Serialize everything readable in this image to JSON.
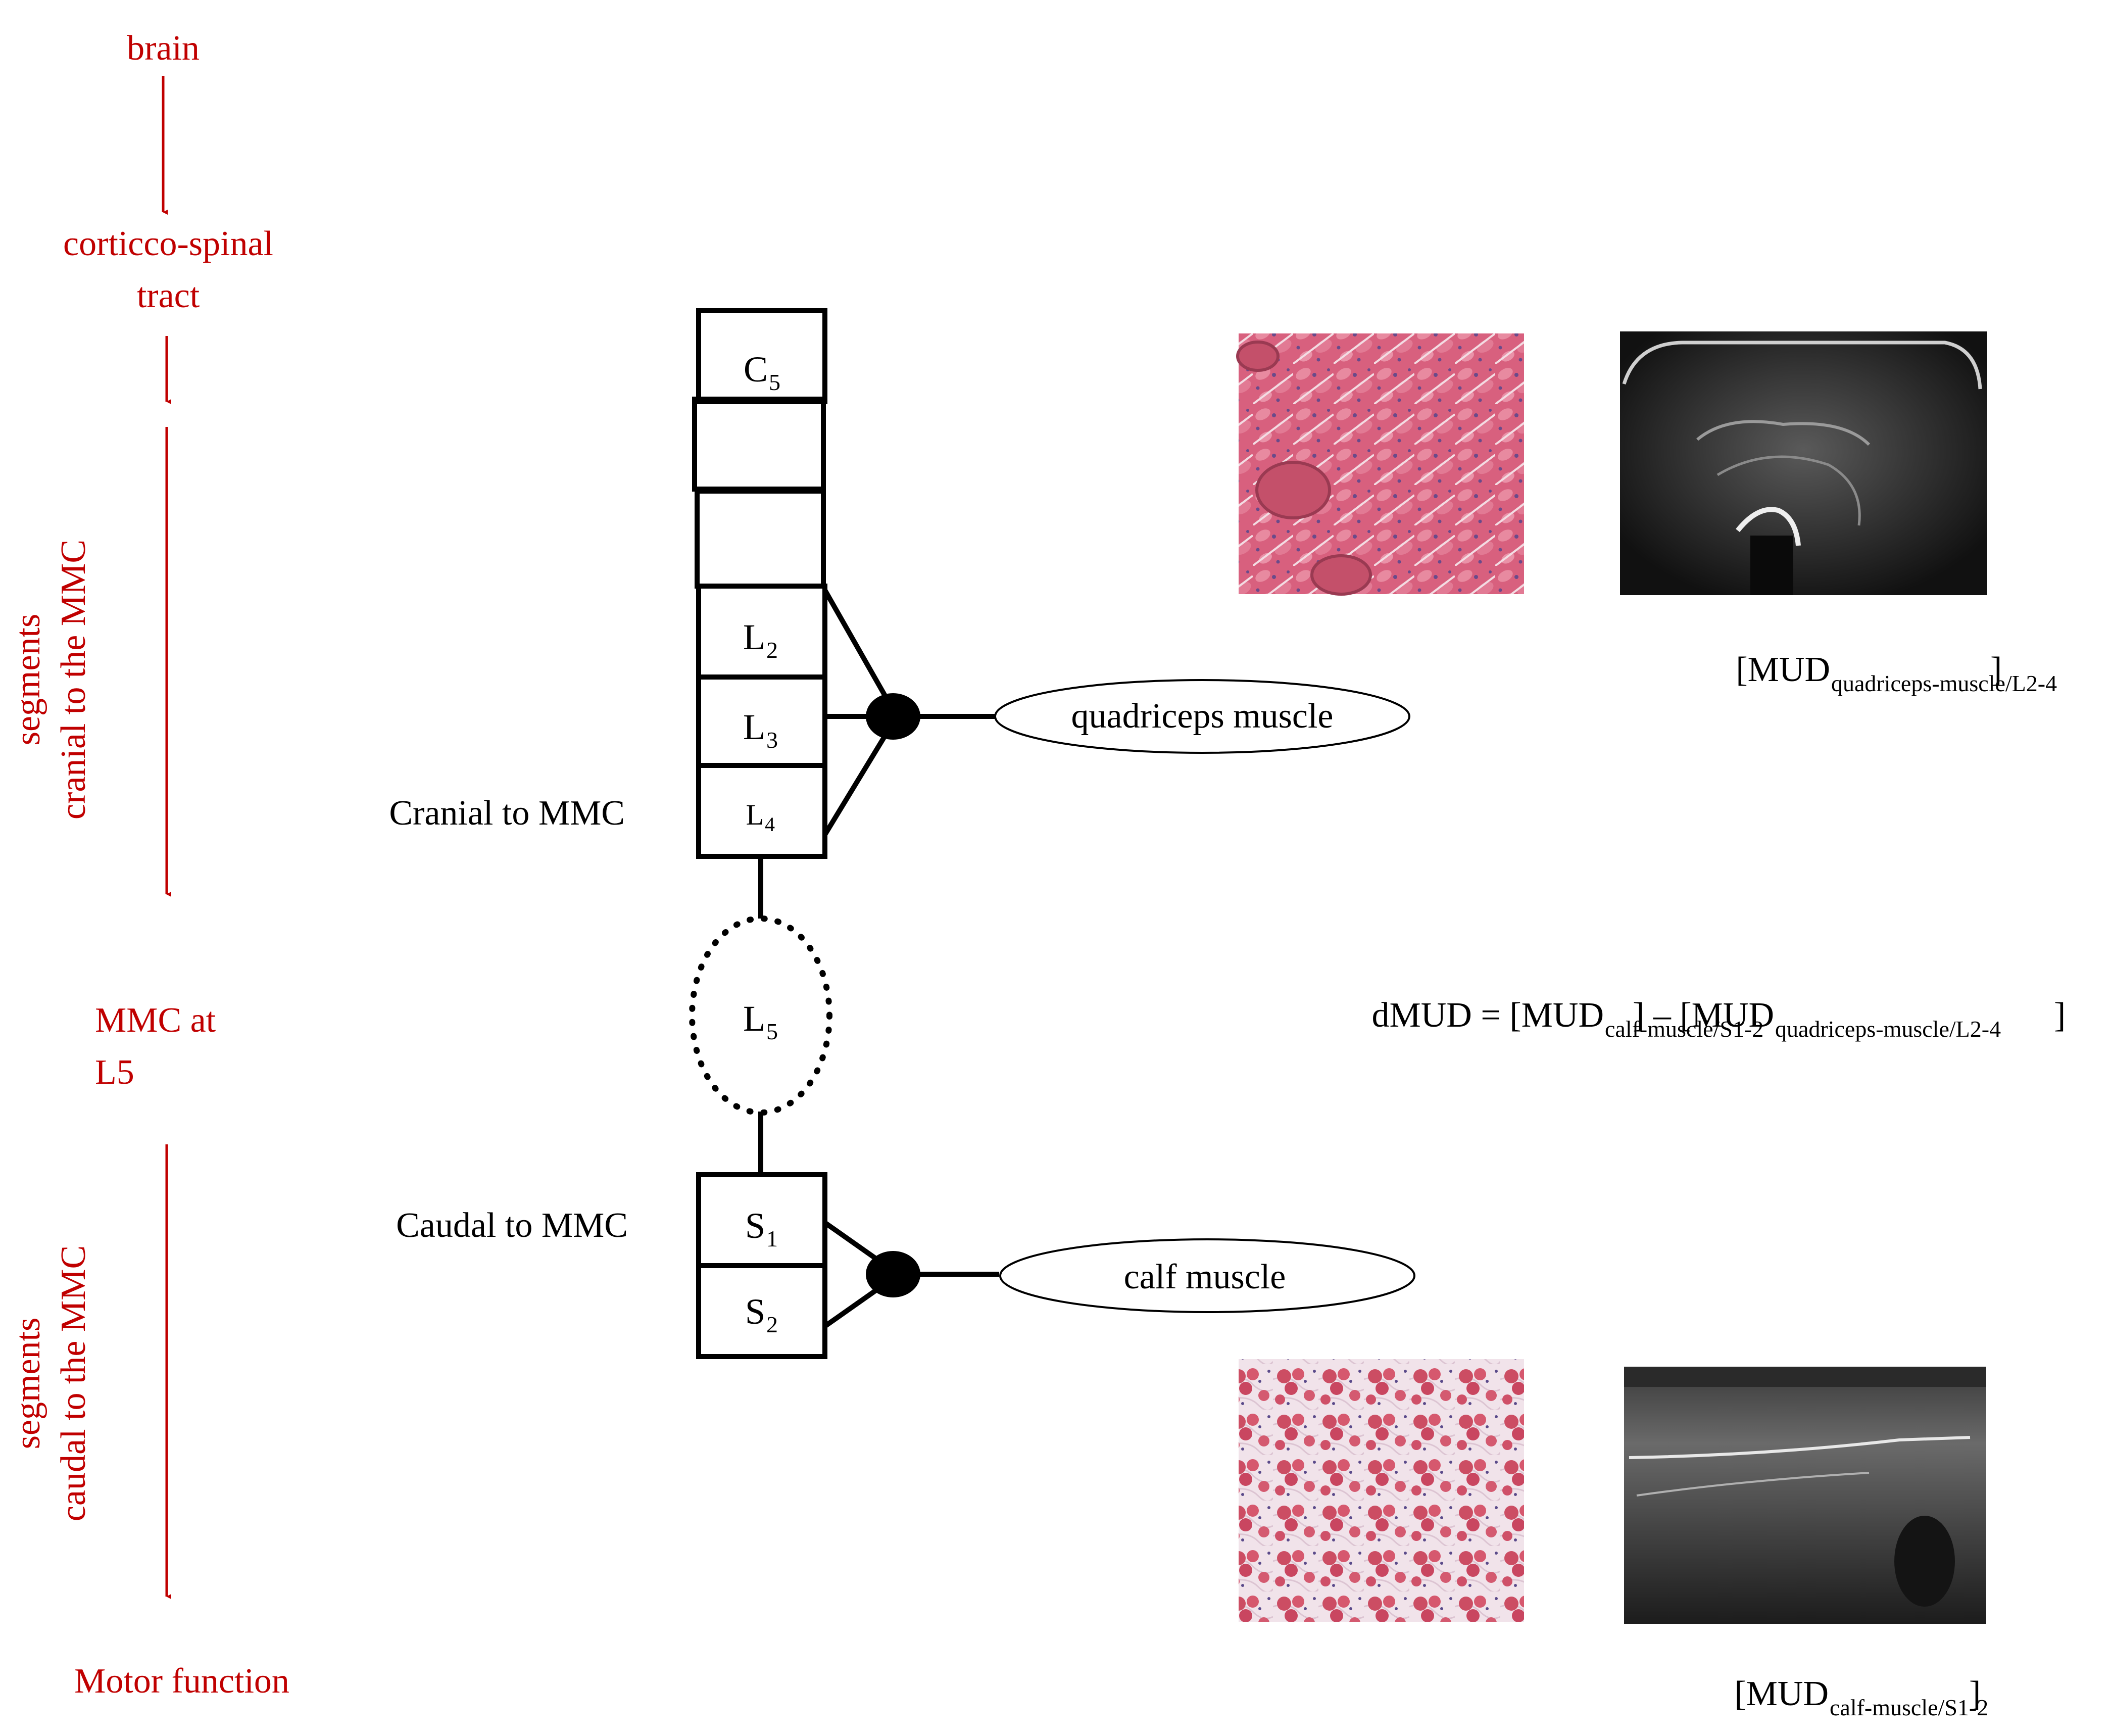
{
  "flow": {
    "brain": "brain",
    "tract_line1": "corticco-spinal",
    "tract_line2": "tract",
    "cranial_segments_line1": "segments",
    "cranial_segments_line2": "cranial to the MMC",
    "mmc_line1": "MMC at",
    "mmc_line2": "L5",
    "caudal_segments_line1": "segments",
    "caudal_segments_line2": "caudal to the MMC",
    "motor": "Motor function"
  },
  "labels": {
    "cranial": "Cranial to MMC",
    "caudal": "Caudal to MMC"
  },
  "segments": {
    "c5": {
      "main": "C",
      "sub": "5"
    },
    "l2": {
      "main": "L",
      "sub": "2"
    },
    "l3": {
      "main": "L",
      "sub": "3"
    },
    "l4": {
      "main": "L",
      "sub": "4"
    },
    "l5": {
      "main": "L",
      "sub": "5"
    },
    "s1": {
      "main": "S",
      "sub": "1"
    },
    "s2": {
      "main": "S",
      "sub": "2"
    }
  },
  "muscles": {
    "quadriceps": "quadriceps muscle",
    "calf": "calf muscle"
  },
  "formulas": {
    "mud_quad": {
      "open": "[MUD",
      "sub": "quadriceps-muscle/L2-4",
      "close": "]"
    },
    "mud_calf": {
      "open": "[MUD",
      "sub": "calf-muscle/S1-2",
      "close": "]"
    },
    "dmud": {
      "prefix": "dMUD = [MUD",
      "sub1": "calf-muscle/S1-2",
      "mid": "] – [MUD",
      "sub2": "quadriceps-muscle/L2-4",
      "close": "]"
    }
  },
  "colors": {
    "accent_red": "#c00000",
    "line": "#000000",
    "histology_pink": "#e0708a",
    "histology_nuclei": "#6a4a8a",
    "ultrasound_bg": "#1a1a1a"
  }
}
